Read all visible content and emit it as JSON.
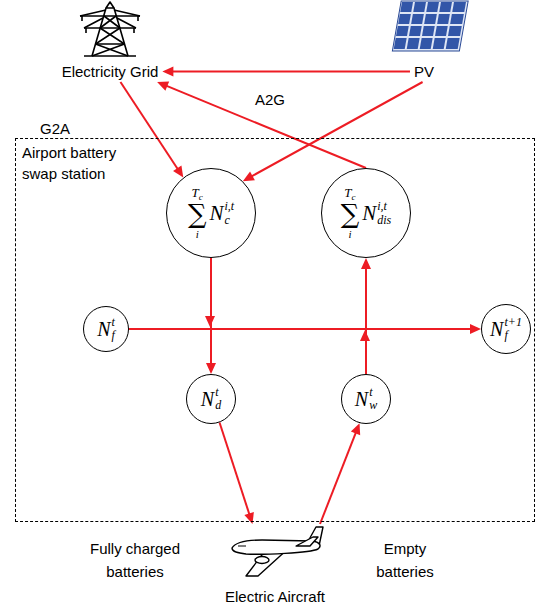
{
  "diagram": {
    "nodes": [
      {
        "text": [
          "Electricity Grid"
        ]
      },
      {
        "text": [
          "PV"
        ]
      },
      {
        "text": [
          "Airport battery swap station"
        ]
      },
      {
        "text": [
          "T",
          "c",
          "∑",
          "i",
          "N",
          "i,t",
          "c"
        ],
        "in": 2
      },
      {
        "text": [
          "T",
          "c",
          "∑",
          "i",
          "N",
          "i,t",
          "dis"
        ],
        "in": 2
      },
      {
        "text": [
          "N",
          "t",
          "f"
        ],
        "in": 2
      },
      {
        "text": [
          "N",
          "t+1",
          "f"
        ],
        "in": 2
      },
      {
        "text": [
          "N",
          "t",
          "d"
        ],
        "in": 2
      },
      {
        "text": [
          "N",
          "t",
          "w"
        ],
        "in": 2
      },
      {
        "text": [
          "Electric Aircraft"
        ]
      }
    ],
    "edges": [
      {
        "from": 1,
        "to": 0,
        "arrow": "to"
      },
      {
        "from": 0,
        "to": 3,
        "label": "G2A",
        "arrow": "to"
      },
      {
        "from": 1,
        "to": 3,
        "arrow": "to"
      },
      {
        "from": 4,
        "to": 0,
        "label": "A2G",
        "arrow": "to"
      },
      {
        "from": 5,
        "to": 6,
        "arrow": "to"
      },
      {
        "from": 3,
        "to": 7,
        "arrow": "to"
      },
      {
        "from": 8,
        "to": 4,
        "arrow": "to"
      },
      {
        "from": 7,
        "to": 9,
        "label": "Fully charged batteries",
        "arrow": "to"
      },
      {
        "from": 9,
        "to": 8,
        "label": "Empty batteries",
        "arrow": "to"
      }
    ]
  }
}
